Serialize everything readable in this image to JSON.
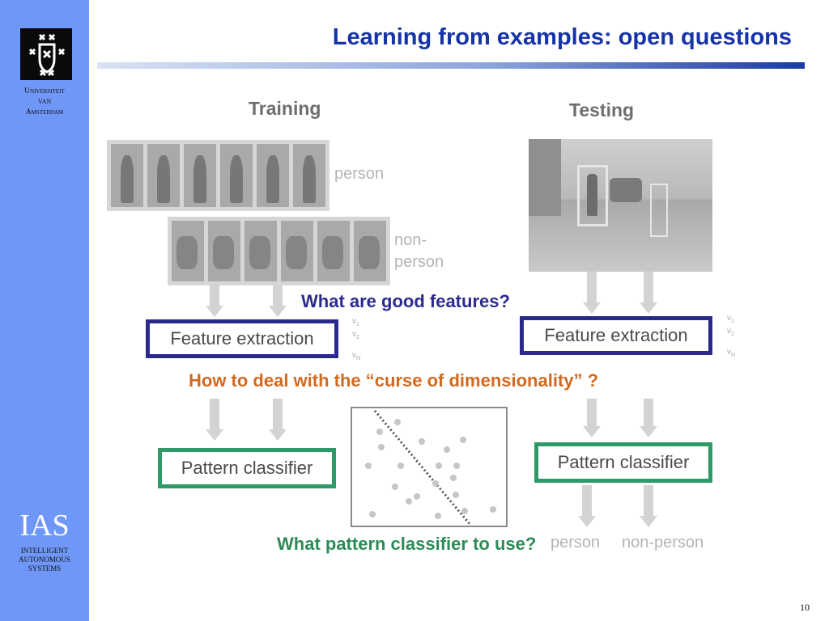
{
  "title": "Learning from examples: open questions",
  "sidebar": {
    "university": [
      "Universiteit",
      "van",
      "Amsterdam"
    ],
    "ias": "IAS",
    "ias_subtitle": [
      "INTELLIGENT",
      "AUTONOMOUS",
      "SYSTEMS"
    ]
  },
  "figure": {
    "training_heading": "Training",
    "testing_heading": "Testing",
    "person_label": "person",
    "non_person_label": [
      "non-",
      "person"
    ],
    "feature_extraction": "Feature extraction",
    "pattern_classifier": "Pattern classifier",
    "vector_labels": [
      "v1",
      "v2",
      "vN"
    ],
    "output_labels": [
      "person",
      "non-person"
    ]
  },
  "questions": {
    "features": {
      "text": "What are good features?",
      "color": "#2b2b8f"
    },
    "dimensionality": {
      "text": "How to deal with the “curse of dimensionality” ?",
      "color": "#d2691e"
    },
    "classifier": {
      "text": "What pattern classifier to use?",
      "color": "#2e8b57"
    }
  },
  "page_number": "10",
  "colors": {
    "sidebar": "#6f97f7",
    "title": "#1634a8",
    "feature_box_border": "#2a2a8c",
    "classifier_box_border": "#2f9a67"
  }
}
